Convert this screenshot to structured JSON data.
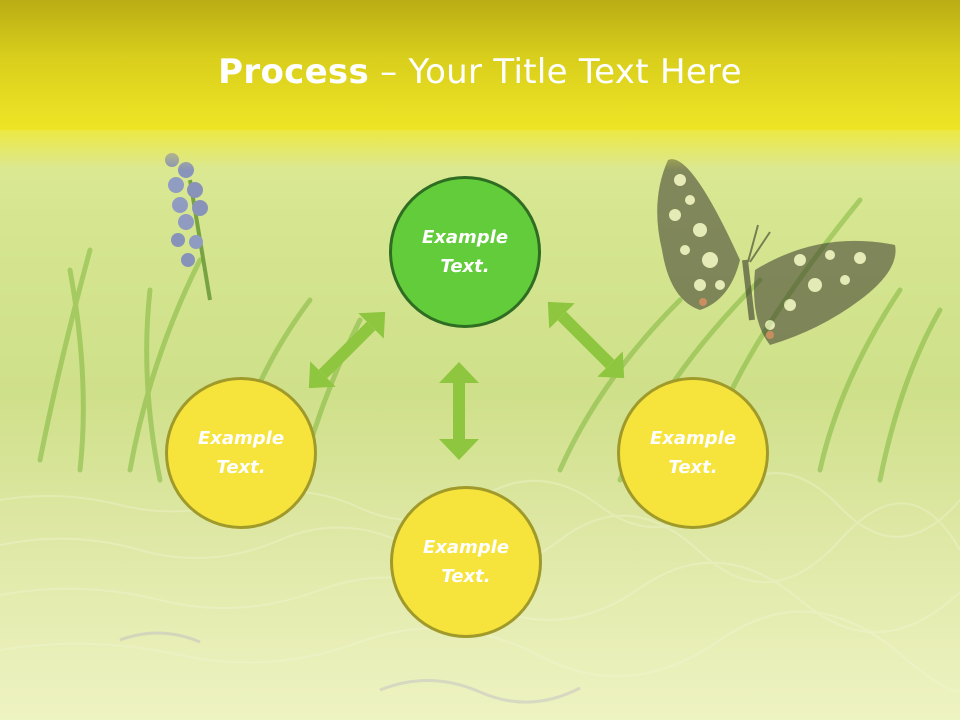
{
  "title": {
    "bold": "Process",
    "rest": " – Your Title Text Here"
  },
  "nodes": {
    "top": "Example Text.",
    "left": "Example Text.",
    "bottom": "Example Text.",
    "right": "Example Text."
  },
  "colors": {
    "header": "#efe526",
    "center_fill": "#63cc3b",
    "center_border": "#2f6e22",
    "outer_fill": "#f6e33c",
    "outer_border": "#a09a2a",
    "arrow": "#8ec63f"
  }
}
